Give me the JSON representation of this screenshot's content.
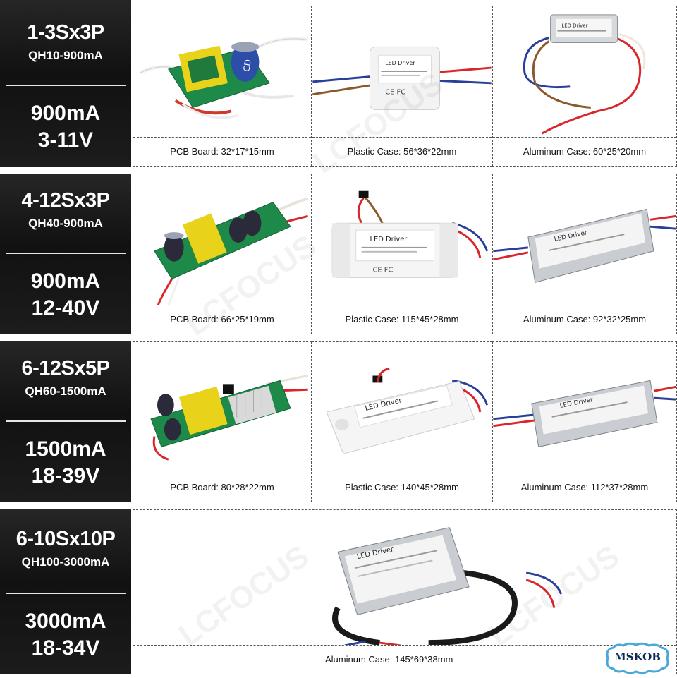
{
  "rows": [
    {
      "model_line1": "1-3Sx3P",
      "model_line2": "QH10-900mA",
      "current": "900mA",
      "voltage": "3-11V",
      "products": [
        {
          "caption": "PCB Board: 32*17*15mm",
          "kind": "pcb"
        },
        {
          "caption": "Plastic Case: 56*36*22mm",
          "kind": "plastic"
        },
        {
          "caption": "Aluminum Case: 60*25*20mm",
          "kind": "aluminum"
        }
      ]
    },
    {
      "model_line1": "4-12Sx3P",
      "model_line2": "QH40-900mA",
      "current": "900mA",
      "voltage": "12-40V",
      "products": [
        {
          "caption": "PCB Board: 66*25*19mm",
          "kind": "pcb"
        },
        {
          "caption": "Plastic Case: 115*45*28mm",
          "kind": "plastic"
        },
        {
          "caption": "Aluminum Case: 92*32*25mm",
          "kind": "aluminum"
        }
      ]
    },
    {
      "model_line1": "6-12Sx5P",
      "model_line2": "QH60-1500mA",
      "current": "1500mA",
      "voltage": "18-39V",
      "products": [
        {
          "caption": "PCB Board: 80*28*22mm",
          "kind": "pcb"
        },
        {
          "caption": "Plastic Case: 140*45*28mm",
          "kind": "plastic"
        },
        {
          "caption": "Aluminum Case: 112*37*28mm",
          "kind": "aluminum"
        }
      ]
    },
    {
      "model_line1": "6-10Sx10P",
      "model_line2": "QH100-3000mA",
      "current": "3000mA",
      "voltage": "18-34V",
      "products": [
        {
          "caption": "Aluminum Case: 145*69*38mm",
          "kind": "aluminum"
        }
      ]
    }
  ],
  "product_label": "LED Driver",
  "watermark": "LCFOCUS",
  "badge": "MSKOB",
  "colors": {
    "label_bg": "#1a1a1a",
    "pcb_green": "#1e8a4a",
    "transformer_yellow": "#e8d21a",
    "wire_red": "#d8262a",
    "wire_blue": "#2a3f9a"
  }
}
